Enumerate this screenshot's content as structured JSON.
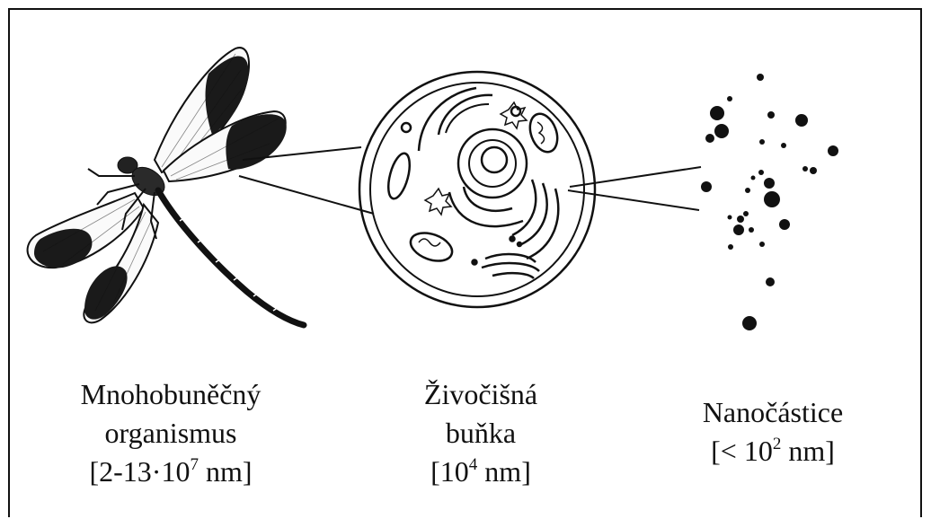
{
  "captions": {
    "organism": {
      "line1": "Mnohobuněčný",
      "line2": "organismus",
      "size_pre": "[2-13·10",
      "size_exp": "7",
      "size_post": " nm]"
    },
    "cell": {
      "line1": "Živočišná",
      "line2": "buňka",
      "size_pre": "[10",
      "size_exp": "4",
      "size_post": " nm]"
    },
    "nano": {
      "line1": "Nanočástice",
      "size_pre": "[< 10",
      "size_exp": "2",
      "size_post": " nm]"
    }
  },
  "colors": {
    "ink": "#111111",
    "background": "#ffffff"
  },
  "icons": [
    "dragonfly-illustration",
    "animal-cell-illustration",
    "nanoparticles-illustration"
  ]
}
